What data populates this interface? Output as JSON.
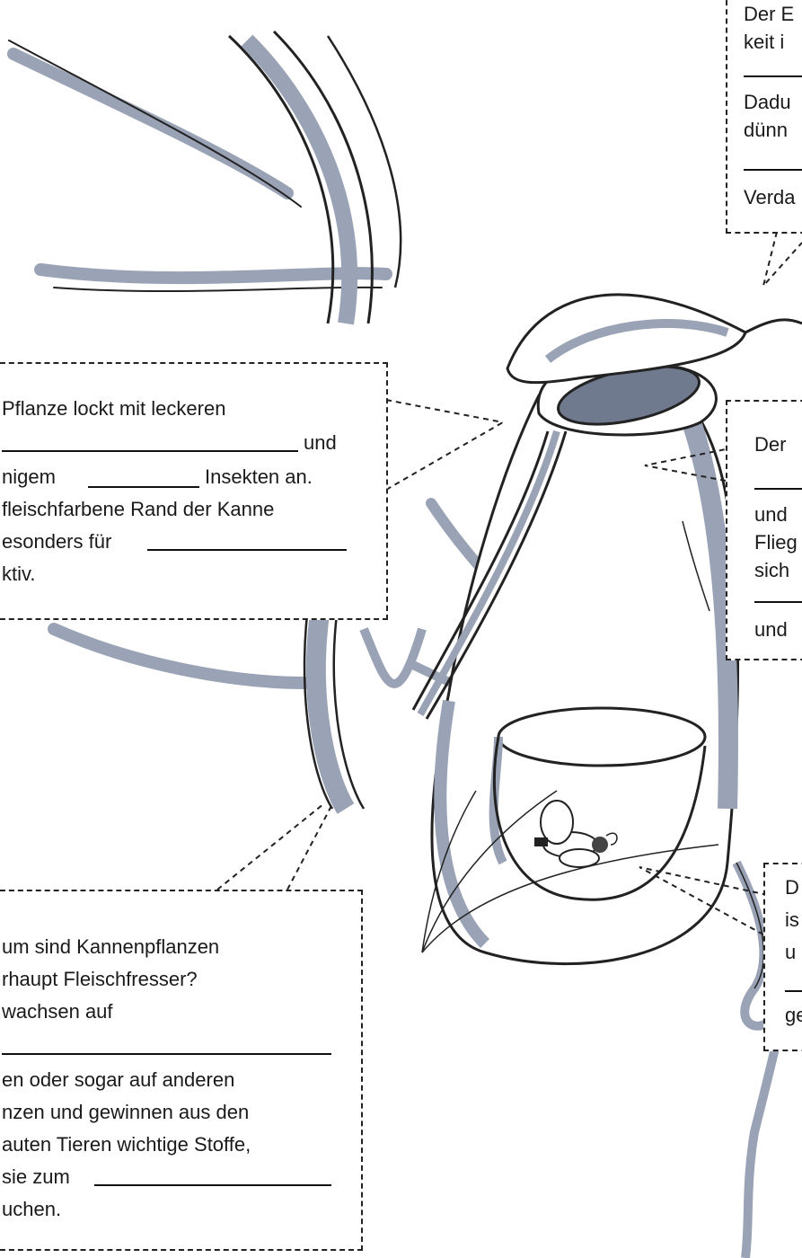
{
  "colors": {
    "shade": "#9aa3b5",
    "shade_dark": "#6f7a8f",
    "ink": "#111111",
    "box_border": "#222222"
  },
  "top_right": {
    "line1": "Der E",
    "line2": "keit i",
    "line3": "Dadu",
    "line4": "dünn",
    "line5": "Verda"
  },
  "left_box": {
    "line1": "Pflanze lockt mit leckeren",
    "line2_end": "und",
    "line3_start": "nigem",
    "line3_end": "Insekten an.",
    "line4": "fleischfarbene Rand der Kanne",
    "line5_start": "esonders für",
    "line6": "ktiv."
  },
  "right_mid": {
    "line1": "Der",
    "line2": "und",
    "line3": "Flieg",
    "line4": "sich",
    "line5": "und"
  },
  "bottom_left": {
    "line1": "um sind Kannenpflanzen",
    "line2": "rhaupt Fleischfresser?",
    "line3": "wachsen auf",
    "line4": "en oder sogar auf anderen",
    "line5": "nzen und gewinnen aus den",
    "line6": "auten Tieren wichtige Stoffe,",
    "line7_start": "sie zum",
    "line8": "uchen."
  },
  "bottom_right": {
    "line1": "D",
    "line2": "is",
    "line3": "u",
    "line4": "ge"
  }
}
